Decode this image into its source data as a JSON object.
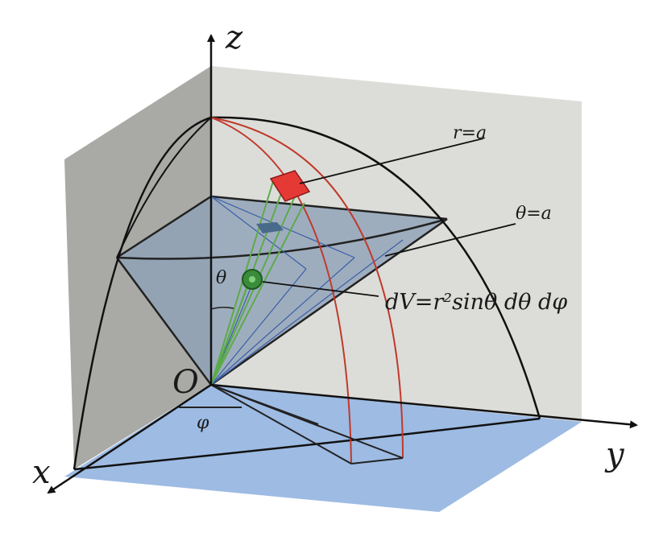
{
  "diagram": {
    "axes": {
      "z": "z",
      "y": "y",
      "x": "x",
      "origin": "O"
    },
    "labels": {
      "sphere_surface": "r=a",
      "cone_surface": "θ=a",
      "theta": "θ",
      "phi": "φ",
      "volume_element": "dV=r²sinθ dθ dφ"
    },
    "colors": {
      "back_wall": "#dcddd8",
      "left_wall": "#a9aaa6",
      "floor": "#9dbbe3",
      "cone": "#8ea1b8",
      "meridian": "#c0392b",
      "green_rays": "#5cab4a",
      "red_patch": "#e53935",
      "green_element": "#3a8c3a"
    }
  }
}
